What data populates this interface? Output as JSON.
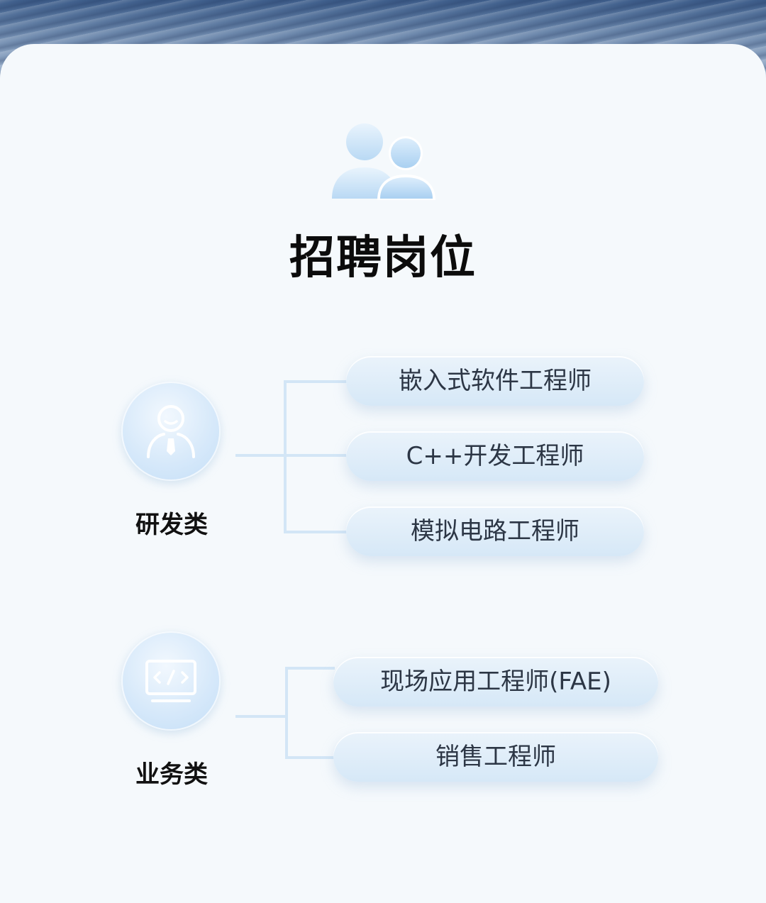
{
  "header": {
    "title": "招聘岗位"
  },
  "categories": [
    {
      "label": "研发类",
      "icon": "person-tie-icon",
      "positions": [
        "嵌入式软件工程师",
        "C++开发工程师",
        "模拟电路工程师"
      ]
    },
    {
      "label": "业务类",
      "icon": "monitor-code-icon",
      "positions": [
        "现场应用工程师(FAE)",
        "销售工程师"
      ]
    }
  ],
  "colors": {
    "accent": "#c3def7",
    "connector": "#d3e6f6",
    "title": "#0c0c0c"
  }
}
